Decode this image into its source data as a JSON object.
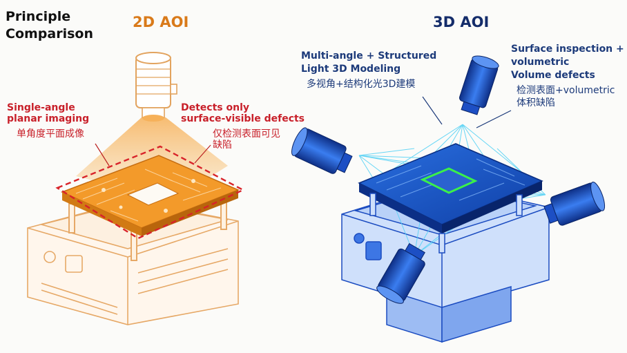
{
  "title": {
    "line1": "Principle",
    "line2": "Comparison"
  },
  "left": {
    "heading": "2D AOI",
    "accent": "#f29a2e",
    "left_callout": {
      "en1": "Single-angle",
      "en2": "planar imaging",
      "cn": "单角度平面成像"
    },
    "right_callout": {
      "en1": "Detects only",
      "en2": "surface-visible defects",
      "cn1": "仅检测表面可见",
      "cn2": "缺陷"
    }
  },
  "right": {
    "heading": "3D AOI",
    "accent": "#1f5fd6",
    "left_callout": {
      "en1": "Multi-angle + Structured",
      "en2": "Light 3D Modeling",
      "cn": "多视角+结构化光3D建模"
    },
    "right_callout": {
      "en1": "Surface inspection +",
      "en2": "volumetric",
      "en3": "Volume defects",
      "cn1": "检测表面+volumetric",
      "cn2": "体积缺陷"
    }
  }
}
